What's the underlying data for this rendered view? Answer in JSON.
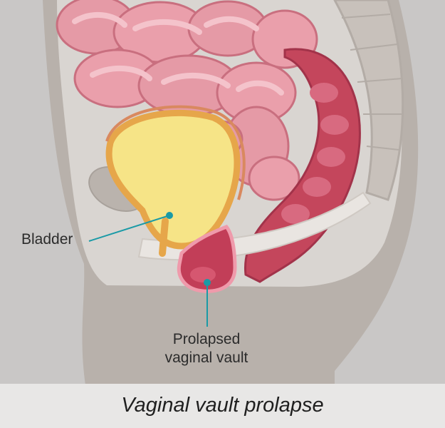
{
  "labels": {
    "bladder": "Bladder",
    "prolapse_line1": "Prolapsed",
    "prolapse_line2": "vaginal vault"
  },
  "caption": "Vaginal vault prolapse",
  "colors": {
    "background": "#c9c7c6",
    "body_outline": "#b3aca6",
    "pelvic_cavity": "#d6d2ce",
    "intestine": "#e59aa6",
    "intestine_dark": "#c96f7f",
    "rectum": "#c4465c",
    "bladder_wall": "#e6a64a",
    "bladder_fill": "#f6e487",
    "vaginal_vault": "#c23e58",
    "pointer": "#1a9aa6",
    "caption_bar": "#e8e7e6"
  }
}
